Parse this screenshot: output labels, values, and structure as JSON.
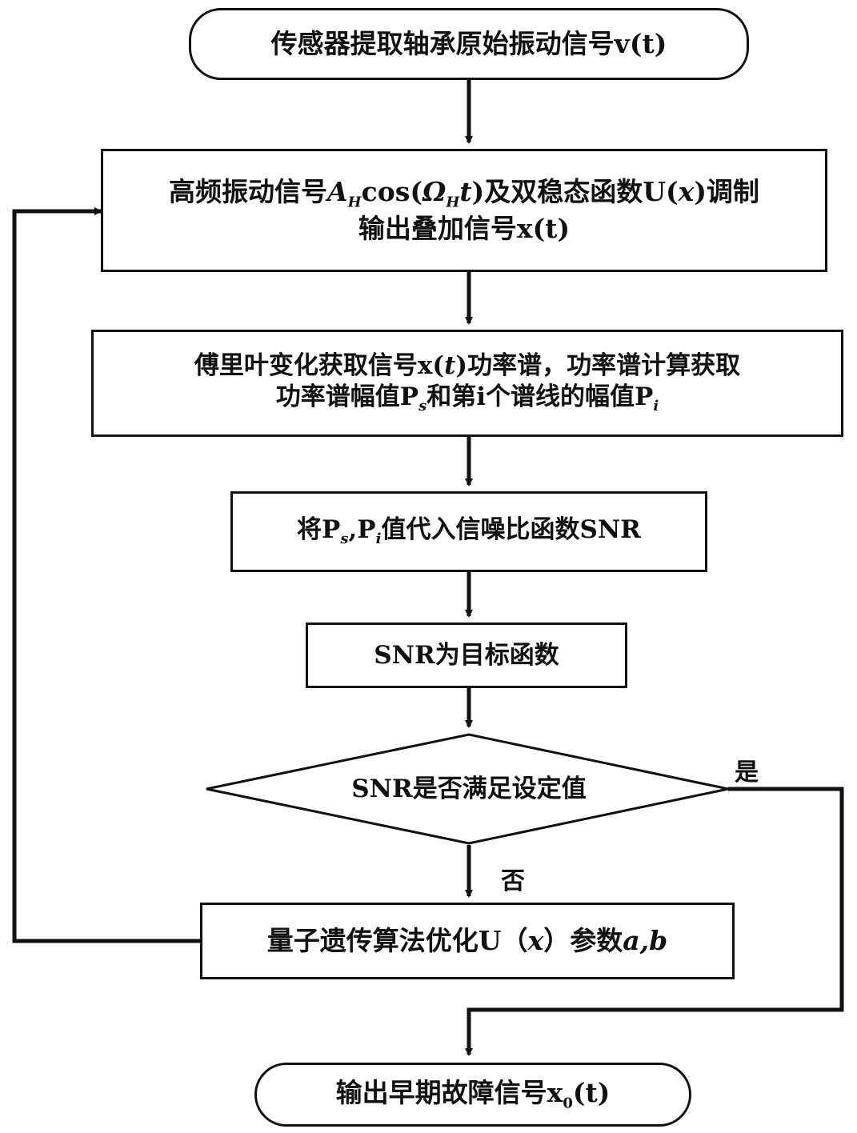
{
  "nodes": {
    "start": {
      "text": "传感器提取轴承原始振动信号v(t)"
    },
    "modulate": {
      "line1_a": "高频振动信号",
      "line1_A": "A",
      "line1_Asub": "H",
      "line1_cos": "cos(",
      "line1_omega": "Ω",
      "line1_omegasub": "H",
      "line1_t": "t",
      "line1_b": ")及双稳态函数U(",
      "line1_x": "x",
      "line1_c": ")调制",
      "line2": "输出叠加信号x(t)"
    },
    "fourier": {
      "line1_a": "傅里叶变化获取信号x(",
      "line1_t": "t",
      "line1_b": ")功率谱，功率谱计算获取",
      "line2_a": "功率谱幅值P",
      "line2_s": "s",
      "line2_b": "和第i个谱线的幅值P",
      "line2_i": "i"
    },
    "substitute": {
      "a": "将P",
      "s": "s",
      "b": ",P",
      "i": "i",
      "c": "值代入信噪比函数SNR"
    },
    "objective": {
      "text": "SNR为目标函数"
    },
    "decision": {
      "text": "SNR是否满足设定值"
    },
    "optimize": {
      "a": "量子遗传算法优化U（",
      "x": "x",
      "b": "）参数",
      "ab": "a,b"
    },
    "end": {
      "a": "输出早期故障信号x",
      "sub": "0",
      "b": "(t)"
    }
  },
  "edges": {
    "yes_label": "是",
    "no_label": "否"
  },
  "colors": {
    "stroke": "#111111",
    "background": "#ffffff"
  }
}
